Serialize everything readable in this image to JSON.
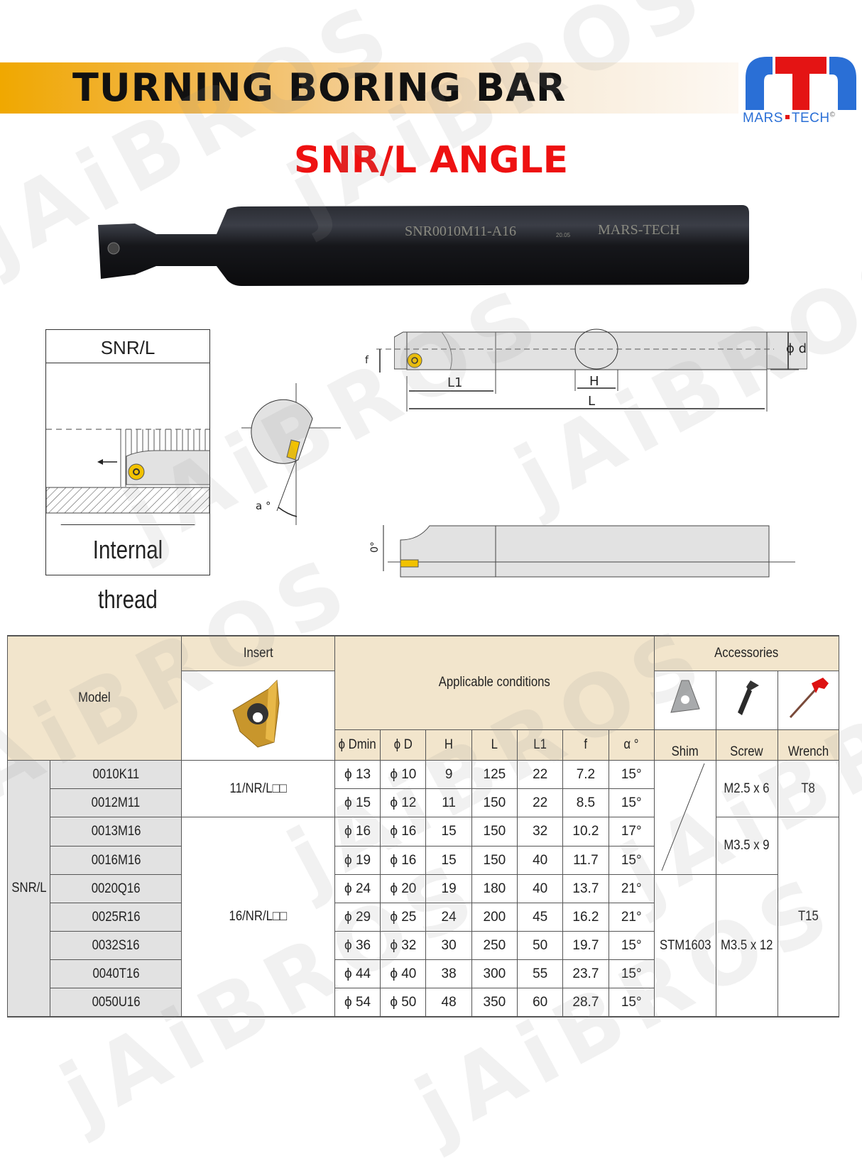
{
  "header": {
    "title": "TURNING BORING BAR",
    "subtitle": "SNR/L ANGLE",
    "brand": {
      "name_left": "MARS",
      "name_right": "TECH",
      "registered": "©",
      "colors": {
        "blue": "#2a6fd6",
        "red": "#e41414"
      }
    },
    "band_colors": {
      "start": "#f0a800",
      "end": "#fdf8f2"
    }
  },
  "watermark": "jAiBROS",
  "product_photo": {
    "engraving_model": "SNR0010M11-A16",
    "engraving_date": "20.05",
    "engraving_brand": "MARS-TECH"
  },
  "diagram_application": {
    "title": "SNR/L",
    "caption": "Internal thread",
    "angle_label": "a °"
  },
  "diagram_dimensions": {
    "labels": {
      "f": "f",
      "L1": "L1",
      "H": "H",
      "L": "L",
      "d": "ϕ d",
      "zero": "0°"
    }
  },
  "table": {
    "headers": {
      "model": "Model",
      "insert": "Insert",
      "conditions": "Applicable conditions",
      "accessories": "Accessories",
      "columns": [
        "ϕ Dmin",
        "ϕ D",
        "H",
        "L",
        "L1",
        "f",
        "α °"
      ],
      "acc_columns": [
        "Shim",
        "Screw",
        "Wrench"
      ]
    },
    "series": "SNR/L",
    "insert_groups": [
      "11/NR/L□□",
      "16/NR/L□□"
    ],
    "shim_groups": [
      "",
      "STM1603"
    ],
    "screw_groups": [
      "M2.5 x 6",
      "M3.5 x 9",
      "M3.5 x 12"
    ],
    "wrench_groups": [
      "T8",
      "T15"
    ],
    "rows": [
      {
        "model": "0010K11",
        "dmin": "ϕ 13",
        "d": "ϕ 10",
        "h": "9",
        "l": "125",
        "l1": "22",
        "f": "7.2",
        "a": "15°"
      },
      {
        "model": "0012M11",
        "dmin": "ϕ 15",
        "d": "ϕ 12",
        "h": "11",
        "l": "150",
        "l1": "22",
        "f": "8.5",
        "a": "15°"
      },
      {
        "model": "0013M16",
        "dmin": "ϕ 16",
        "d": "ϕ 16",
        "h": "15",
        "l": "150",
        "l1": "32",
        "f": "10.2",
        "a": "17°"
      },
      {
        "model": "0016M16",
        "dmin": "ϕ 19",
        "d": "ϕ 16",
        "h": "15",
        "l": "150",
        "l1": "40",
        "f": "11.7",
        "a": "15°"
      },
      {
        "model": "0020Q16",
        "dmin": "ϕ 24",
        "d": "ϕ 20",
        "h": "19",
        "l": "180",
        "l1": "40",
        "f": "13.7",
        "a": "21°"
      },
      {
        "model": "0025R16",
        "dmin": "ϕ 29",
        "d": "ϕ 25",
        "h": "24",
        "l": "200",
        "l1": "45",
        "f": "16.2",
        "a": "21°"
      },
      {
        "model": "0032S16",
        "dmin": "ϕ 36",
        "d": "ϕ 32",
        "h": "30",
        "l": "250",
        "l1": "50",
        "f": "19.7",
        "a": "15°"
      },
      {
        "model": "0040T16",
        "dmin": "ϕ 44",
        "d": "ϕ 40",
        "h": "38",
        "l": "300",
        "l1": "55",
        "f": "23.7",
        "a": "15°"
      },
      {
        "model": "0050U16",
        "dmin": "ϕ 54",
        "d": "ϕ 50",
        "h": "48",
        "l": "350",
        "l1": "60",
        "f": "28.7",
        "a": "15°"
      }
    ]
  }
}
